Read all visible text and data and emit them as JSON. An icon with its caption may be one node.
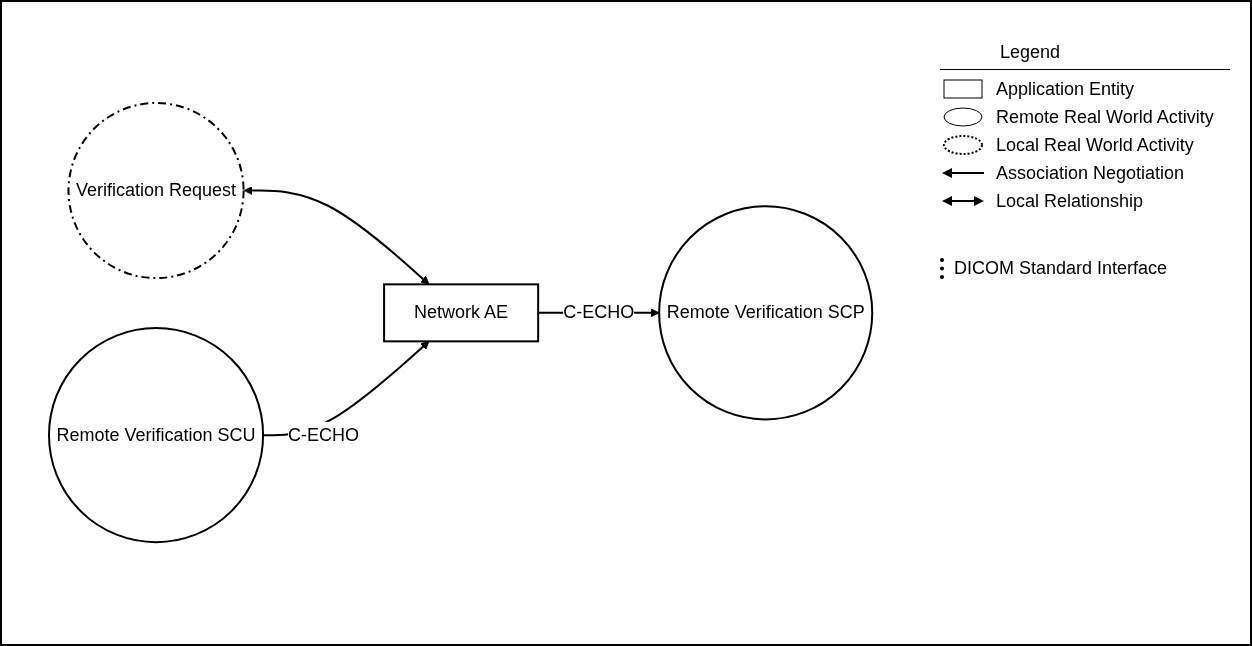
{
  "diagram": {
    "nodes": [
      {
        "text": [
          "Verification Request"
        ]
      },
      {
        "text": [
          "Network AE"
        ]
      },
      {
        "text": [
          "Remote Verification SCP"
        ]
      },
      {
        "text": [
          "Remote Verification SCU"
        ]
      }
    ],
    "edges": [
      {
        "from": 0,
        "to": 1,
        "arrow": "both"
      },
      {
        "from": 1,
        "to": 2,
        "arrow": "to",
        "label": "C-ECHO"
      },
      {
        "from": 3,
        "to": 1,
        "arrow": "to",
        "label": "C-ECHO"
      }
    ],
    "labels": [
      "Legend",
      "DICOM Standard Interface"
    ],
    "legend": [
      {
        "text": "Application Entity"
      },
      {
        "text": "Remote Real World Activity"
      },
      {
        "text": "Local Real World Activity"
      },
      {
        "text": "Association Negotiation"
      },
      {
        "text": "Local Relationship"
      }
    ]
  }
}
